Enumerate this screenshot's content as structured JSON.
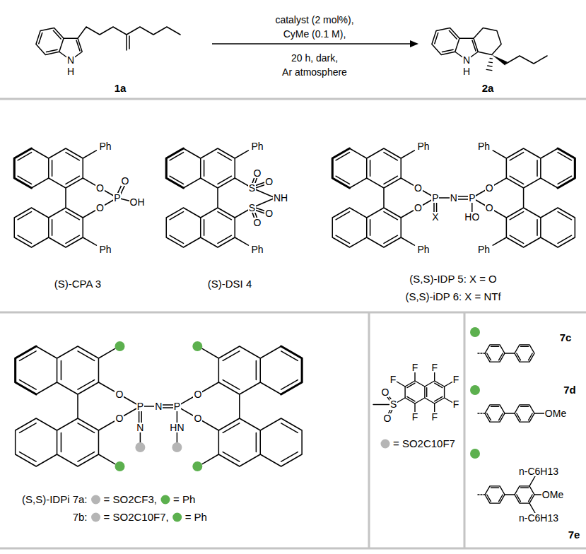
{
  "diagram": {
    "labels": [
      "1a",
      "N",
      "H",
      "catalyst (2 mol%),",
      "CyMe (0.1 M),",
      "20 h, dark,",
      "Ar atmosphere",
      "N",
      "H",
      "2a",
      "Ph",
      "O",
      "P",
      "O",
      "OH",
      "O",
      "Ph",
      "(S)-CPA 3",
      "Ph",
      "O",
      "S",
      "O",
      "NH",
      "S",
      "O",
      "O",
      "Ph",
      "(S)-DSI 4",
      "Ph",
      "Ph",
      "O",
      "P",
      "N",
      "P",
      "O",
      "O",
      "X",
      "HO",
      "O",
      "Ph",
      "Ph",
      "(S,S)-IDP 5: X = O",
      "(S,S)-iDP 6: X = NTf",
      "O",
      "P",
      "N",
      "P",
      "O",
      "O",
      "N",
      "HN",
      "O",
      "(S,S)-IDPi 7a:",
      "= SO2CF3,",
      "= Ph",
      "7b:",
      "= SO2C10F7,",
      "= Ph",
      "F",
      "F",
      "F",
      "F",
      "O",
      "S",
      "F",
      "O",
      "F",
      "F",
      "= SO2C10F7",
      "7c",
      "7d",
      "OMe",
      "n-C6H13",
      "OMe",
      "n-C6H13",
      "7e"
    ]
  }
}
